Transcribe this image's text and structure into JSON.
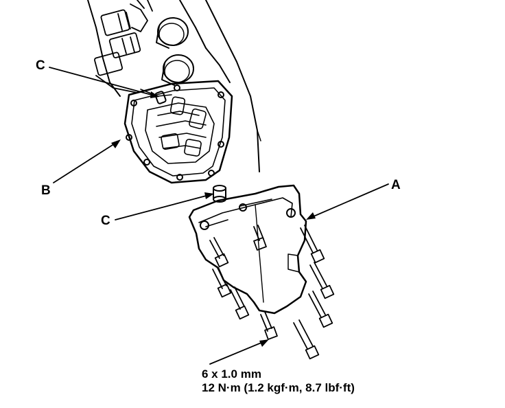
{
  "callouts": {
    "c_top": "C",
    "b": "B",
    "c_mid": "C",
    "a": "A"
  },
  "spec": {
    "size": "6 x 1.0 mm",
    "torque": "12 N·m (1.2 kgf·m, 8.7 lbf·ft)"
  }
}
